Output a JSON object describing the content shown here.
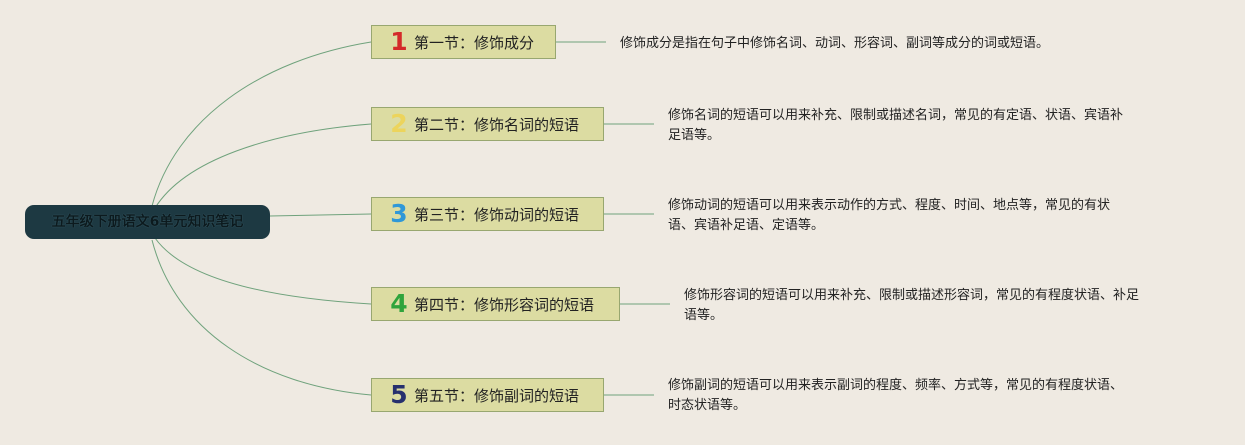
{
  "root": {
    "label": "五年级下册语文6单元知识笔记"
  },
  "sections": [
    {
      "number": "1",
      "number_color": "#d42a2a",
      "title": "第一节：修饰成分",
      "description": "修饰成分是指在句子中修饰名词、动词、形容词、副词等成分的词或短语。"
    },
    {
      "number": "2",
      "number_color": "#ecd45c",
      "title": "第二节：修饰名词的短语",
      "description": "修饰名词的短语可以用来补充、限制或描述名词，常见的有定语、状语、宾语补\n足语等。"
    },
    {
      "number": "3",
      "number_color": "#2f98d8",
      "title": "第三节：修饰动词的短语",
      "description": "修饰动词的短语可以用来表示动作的方式、程度、时间、地点等，常见的有状\n语、宾语补足语、定语等。"
    },
    {
      "number": "4",
      "number_color": "#2fa43c",
      "title": "第四节：修饰形容词的短语",
      "description": "修饰形容词的短语可以用来补充、限制或描述形容词，常见的有程度状语、补足\n语等。"
    },
    {
      "number": "5",
      "number_color": "#26306e",
      "title": "第五节：修饰副词的短语",
      "description": "修饰副词的短语可以用来表示副词的程度、频率、方式等，常见的有程度状语、\n时态状语等。"
    }
  ]
}
